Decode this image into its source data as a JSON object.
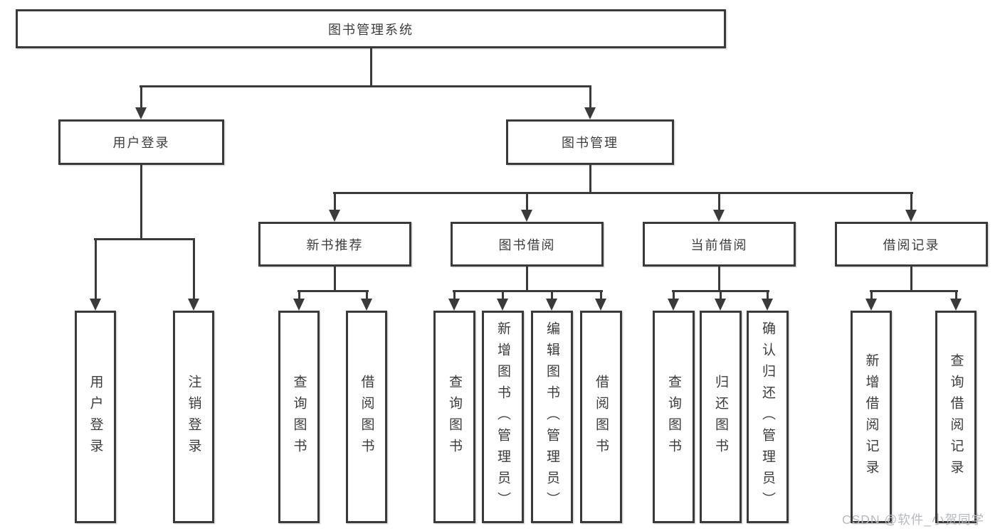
{
  "colors": {
    "line": "#3a3a3a",
    "text": "#3c3c3c",
    "node_background": "#ffffff",
    "page_background": "#ffffff",
    "watermark": "#b6b9be"
  },
  "root": {
    "label": "图书管理系统"
  },
  "level2": [
    {
      "label": "用户登录",
      "leaves": [
        {
          "label": "用户登录"
        },
        {
          "label": "注销登录"
        }
      ]
    },
    {
      "label": "图书管理",
      "groups": [
        {
          "label": "新书推荐",
          "leaves": [
            {
              "label": "查询图书"
            },
            {
              "label": "借阅图书"
            }
          ]
        },
        {
          "label": "图书借阅",
          "leaves": [
            {
              "label": "查询图书"
            },
            {
              "label": "新增图书（管理员）"
            },
            {
              "label": "编辑图书（管理员）"
            },
            {
              "label": "借阅图书"
            }
          ]
        },
        {
          "label": "当前借阅",
          "leaves": [
            {
              "label": "查询图书"
            },
            {
              "label": "归还图书"
            },
            {
              "label": "确认归还（管理员）"
            }
          ]
        },
        {
          "label": "借阅记录",
          "leaves": [
            {
              "label": "新增借阅记录"
            },
            {
              "label": "查询借阅记录"
            }
          ]
        }
      ]
    }
  ],
  "watermark": "CSDN @软件_小贺同学"
}
